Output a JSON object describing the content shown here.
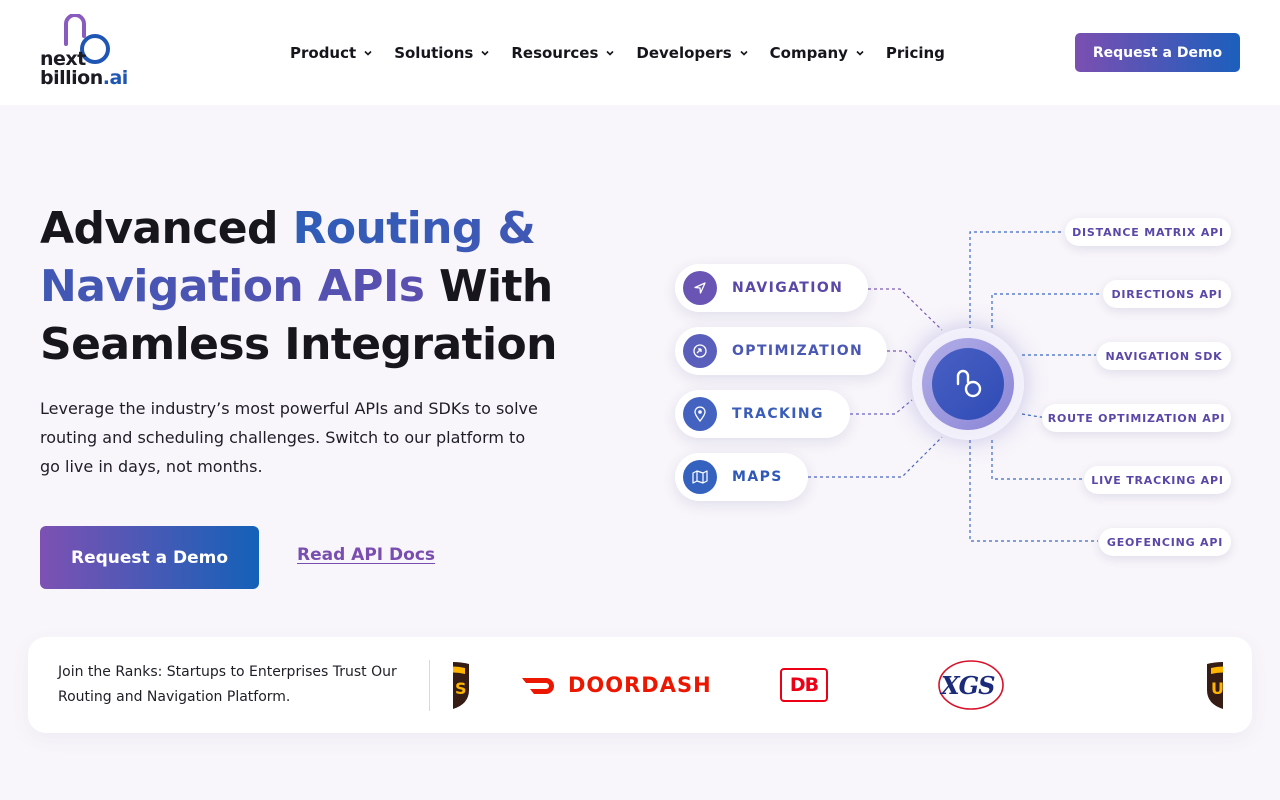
{
  "brand": {
    "line1": "next",
    "line2": "billion",
    "suffix": ".ai"
  },
  "nav": {
    "items": [
      {
        "label": "Product",
        "dropdown": true
      },
      {
        "label": "Solutions",
        "dropdown": true
      },
      {
        "label": "Resources",
        "dropdown": true
      },
      {
        "label": "Developers",
        "dropdown": true
      },
      {
        "label": "Company",
        "dropdown": true
      },
      {
        "label": "Pricing",
        "dropdown": false
      }
    ],
    "cta_label": "Request a Demo"
  },
  "hero": {
    "title_part1": "Advanced ",
    "title_highlight": "Routing & Navigation APIs",
    "title_part2": " With Seamless Integration",
    "subtitle": "Leverage the industry’s most powerful APIs and SDKs to solve routing and scheduling challenges. Switch to our platform to go live in days, not months.",
    "cta_label": "Request a Demo",
    "link_label": "Read API Docs"
  },
  "diagram": {
    "categories": [
      {
        "label": "NAVIGATION",
        "icon": "navigation-arrow-icon"
      },
      {
        "label": "OPTIMIZATION",
        "icon": "route-optimization-icon"
      },
      {
        "label": "TRACKING",
        "icon": "location-pin-icon"
      },
      {
        "label": "MAPS",
        "icon": "map-icon"
      }
    ],
    "apis": [
      "DISTANCE MATRIX API",
      "DIRECTIONS API",
      "NAVIGATION SDK",
      "ROUTE OPTIMIZATION API",
      "LIVE TRACKING API",
      "GEOFENCING API"
    ]
  },
  "trust": {
    "text": "Join the Ranks: Startups to Enterprises Trust Our Routing and Navigation Platform.",
    "logos": [
      "ups-logo",
      "doordash-logo",
      "db-logo",
      "xgs-logo",
      "ups-logo"
    ],
    "doordash_label": "DOORDASH",
    "db_label": "DB",
    "xgs_label": "XGS"
  },
  "colors": {
    "purple": "#7b4fb1",
    "blue": "#1c5fbd",
    "doordash": "#eb1700",
    "db_red": "#ec0016",
    "ups_brown": "#351c15",
    "ups_gold": "#ffb500"
  }
}
